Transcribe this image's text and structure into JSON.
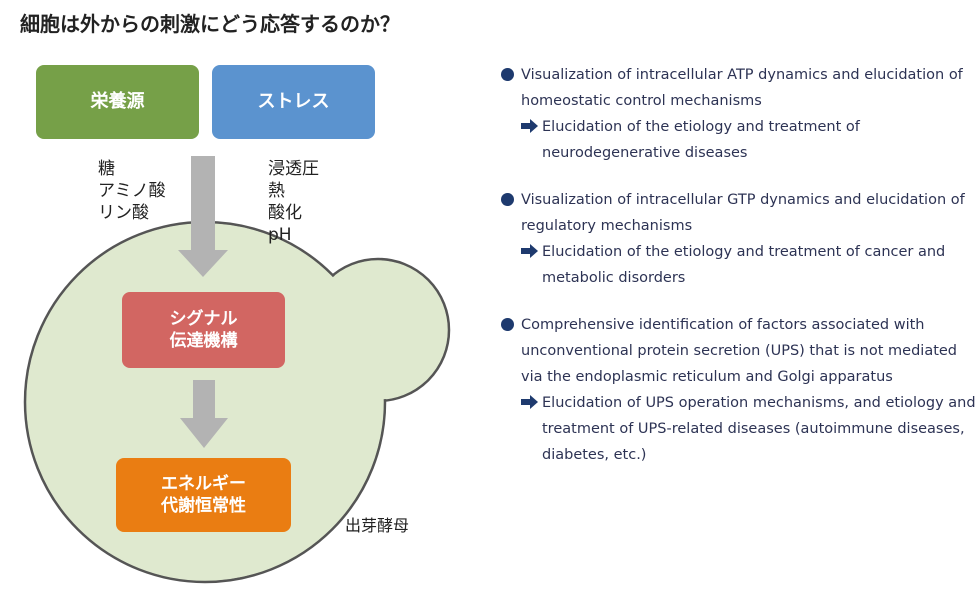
{
  "title": "細胞は外からの刺激にどう応答するのか？",
  "diagram": {
    "nutrient_box": "栄養源",
    "stress_box": "ストレス",
    "nutrient_items": [
      "糖",
      "アミノ酸",
      "リン酸"
    ],
    "stress_items": [
      "浸透圧",
      "熱",
      "酸化",
      "pH"
    ],
    "signal_box_line1": "シグナル",
    "signal_box_line2": "伝達機構",
    "energy_box_line1": "エネルギー",
    "energy_box_line2": "代謝恒常性",
    "cell_label": "出芽酵母",
    "colors": {
      "nutrient": "#76a048",
      "stress": "#5b93cf",
      "signal": "#d26662",
      "energy": "#ea7d12",
      "cell_fill": "#dfe9cf",
      "cell_stroke": "#555555",
      "arrow": "#b3b3b3"
    }
  },
  "bullets": [
    {
      "text": "Visualization of intracellular ATP dynamics and elucidation of homeostatic control mechanisms",
      "sub": "Elucidation of the etiology and treatment of neurodegenerative diseases"
    },
    {
      "text": "Visualization of intracellular GTP dynamics and elucidation of regulatory mechanisms",
      "sub": "Elucidation of the etiology and treatment of cancer and metabolic disorders"
    },
    {
      "text": "Comprehensive identification of factors associated with unconventional protein secretion (UPS) that is not mediated via the endoplasmic reticulum and Golgi apparatus",
      "sub": "Elucidation of UPS operation mechanisms, and etiology and treatment of UPS-related diseases (autoimmune diseases, diabetes, etc.)"
    }
  ],
  "icons": {
    "bullet": "filled-circle",
    "sub_bullet": "right-arrow"
  }
}
